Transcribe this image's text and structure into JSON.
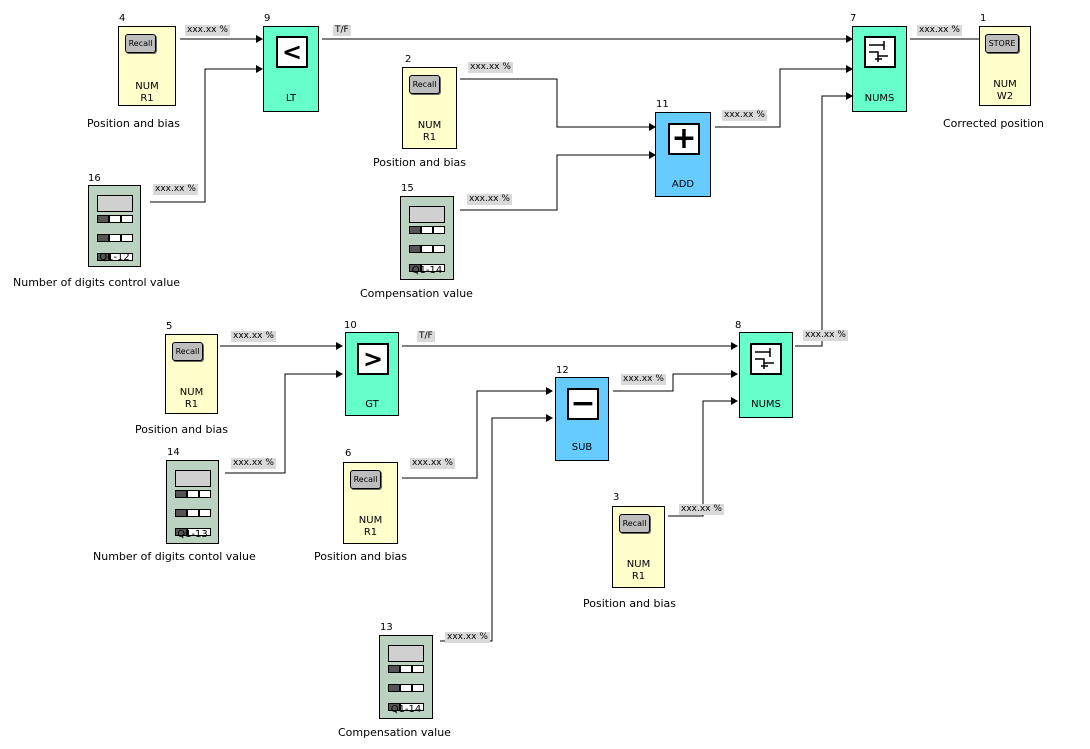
{
  "colors": {
    "num": "#ffffcc",
    "calc": "#bcd2c0",
    "logic": "#66ffcc",
    "math": "#66ccff",
    "tag": "#d9d9d9"
  },
  "blocks": [
    {
      "id": "4",
      "symbol": "Recall",
      "type": "NUM",
      "reg": "R1",
      "caption": "Position and bias"
    },
    {
      "id": "2",
      "symbol": "Recall",
      "type": "NUM",
      "reg": "R1",
      "caption": "Position and bias"
    },
    {
      "id": "5",
      "symbol": "Recall",
      "type": "NUM",
      "reg": "R1",
      "caption": "Position and bias"
    },
    {
      "id": "6",
      "symbol": "Recall",
      "type": "NUM",
      "reg": "R1",
      "caption": "Position and bias"
    },
    {
      "id": "3",
      "symbol": "Recall",
      "type": "NUM",
      "reg": "R1",
      "caption": "Position and bias"
    },
    {
      "id": "1",
      "symbol": "STORE",
      "type": "NUM",
      "reg": "W2",
      "caption": "Corrected position"
    },
    {
      "id": "16",
      "type": "Q1-12",
      "caption": "Number of digits control value"
    },
    {
      "id": "15",
      "type": "Q1-14",
      "caption": "Compensation value"
    },
    {
      "id": "14",
      "type": "Q1-13",
      "caption": "Number of digits contol value"
    },
    {
      "id": "13",
      "type": "Q1-14",
      "caption": "Compensation value"
    },
    {
      "id": "9",
      "symbol": "<",
      "type": "LT"
    },
    {
      "id": "10",
      "symbol": ">",
      "type": "GT"
    },
    {
      "id": "11",
      "symbol": "+",
      "type": "ADD"
    },
    {
      "id": "12",
      "symbol": "−",
      "type": "SUB"
    },
    {
      "id": "7",
      "type": "NUMS"
    },
    {
      "id": "8",
      "type": "NUMS"
    }
  ],
  "tags": {
    "value": "xxx.xx %",
    "bool": "T/F"
  }
}
